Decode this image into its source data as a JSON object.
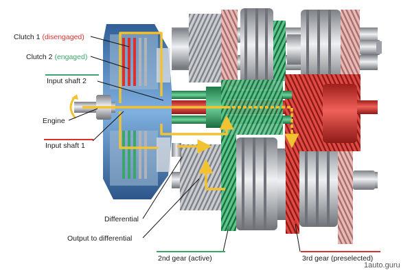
{
  "labels": {
    "clutch1_prefix": "Clutch 1",
    "clutch1_state": "(disengaged)",
    "clutch2_prefix": "Clutch 2",
    "clutch2_state": "(engaged)",
    "input_shaft_2": "Input shaft 2",
    "engine": "Engine",
    "input_shaft_1": "Input shaft 1",
    "differential": "Differential",
    "output_to_differential": "Output to differential",
    "gear_2": "2nd gear (active)",
    "gear_3": "3rd gear (preselected)"
  },
  "watermark": "1auto.guru",
  "colors": {
    "active_flow": "#f2c230",
    "disengaged_red": "#d9322e",
    "engaged_green": "#3aa66b",
    "steel": "#b8bcc2",
    "housing_blue": "#4f86c0"
  }
}
